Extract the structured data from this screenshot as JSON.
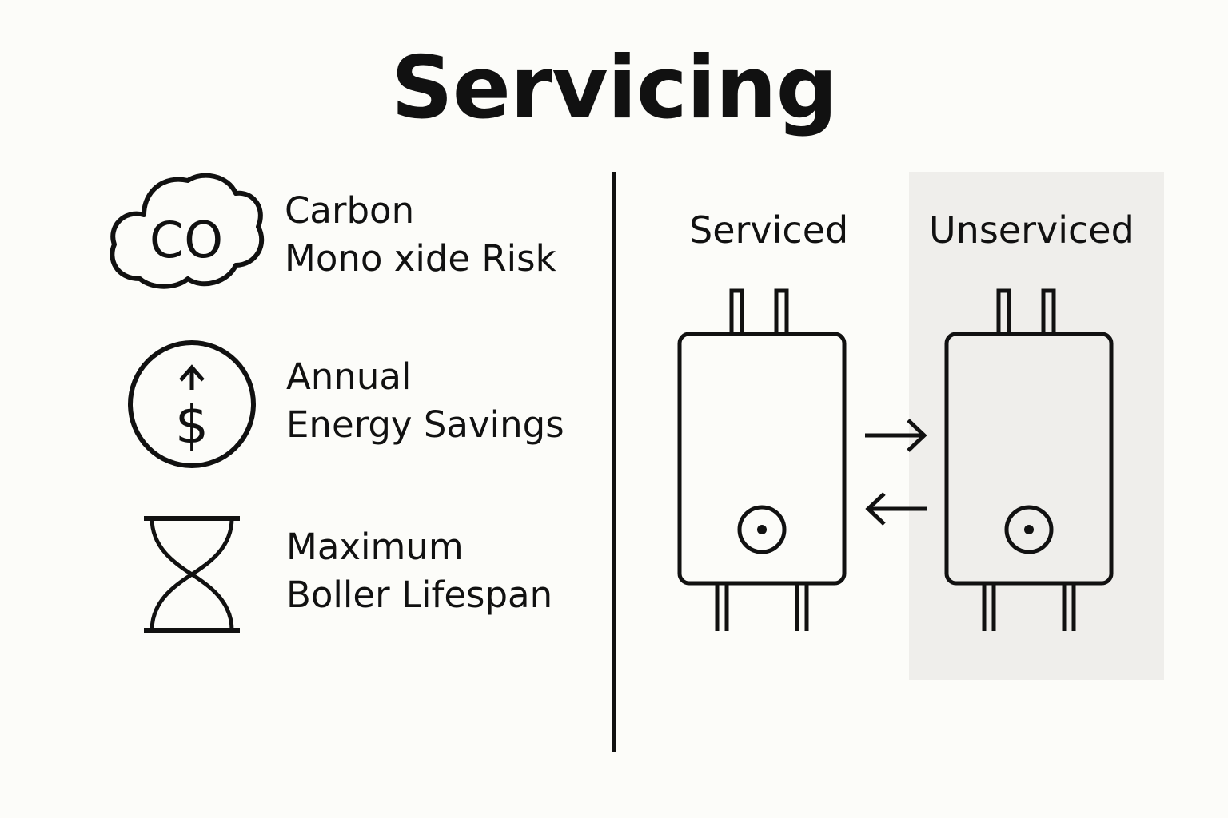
{
  "title": "Servicing",
  "benefits": [
    {
      "icon": "co-cloud-icon",
      "icon_text": "CO",
      "line1": "Carbon",
      "line2": "Mono xide Risk"
    },
    {
      "icon": "dollar-coin-icon",
      "icon_text": "$",
      "line1": "Annual",
      "line2": "Energy Savings"
    },
    {
      "icon": "hourglass-icon",
      "line1": "Maximum",
      "line2": "Boller Lifespan"
    }
  ],
  "comparison": {
    "serviced_label": "Serviced",
    "unserviced_label": "Unserviced",
    "shade_color": "#efeeeb"
  },
  "colors": {
    "background": "#fcfcf9",
    "ink": "#111111"
  }
}
